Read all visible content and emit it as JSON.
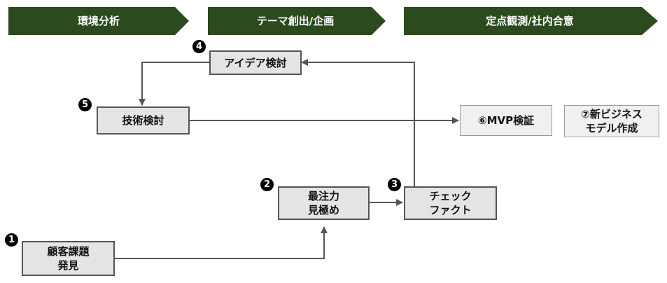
{
  "phases": [
    {
      "label": "環境分析"
    },
    {
      "label": "テーマ創出/企画"
    },
    {
      "label": "定点観測/社内合意"
    }
  ],
  "nodes": {
    "n1": {
      "number": "1",
      "lines": [
        "顧客課題",
        "発見"
      ]
    },
    "n2": {
      "number": "2",
      "lines": [
        "最注力",
        "見極め"
      ]
    },
    "n3": {
      "number": "3",
      "lines": [
        "チェック",
        "ファクト"
      ]
    },
    "n4": {
      "number": "4",
      "lines": [
        "アイデア検討"
      ]
    },
    "n5": {
      "number": "5",
      "lines": [
        "技術検討"
      ]
    },
    "n6": {
      "lines": [
        "⑥MVP検証"
      ]
    },
    "n7": {
      "lines": [
        "⑦新ビジネス",
        "モデル作成"
      ]
    }
  },
  "colors": {
    "phase_fill": "#2b4b1e",
    "node_fill": "#e4e4e4",
    "node_border": "#555555",
    "arrow": "#555555",
    "badge": "#000000"
  }
}
